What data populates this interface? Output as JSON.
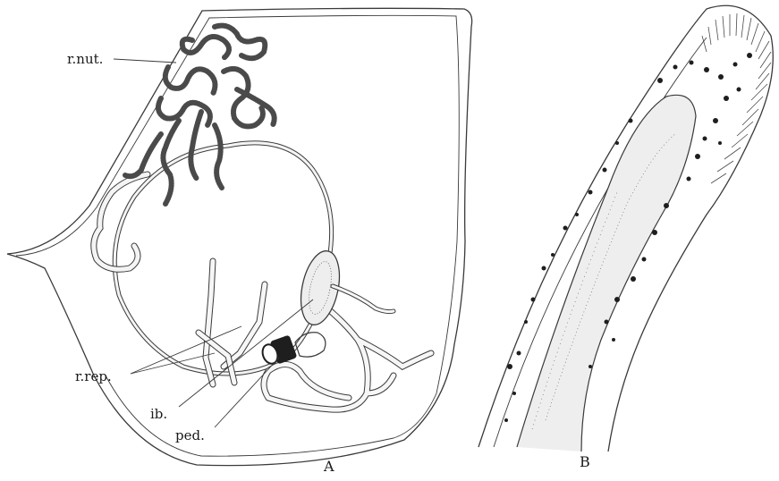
{
  "figure": {
    "panel_a": {
      "caption": "A",
      "labels": {
        "r_nut": "r.nut.",
        "r_rep": "r.rep.",
        "ib": "ib.",
        "ped": "ped."
      }
    },
    "panel_b": {
      "caption": "B"
    }
  },
  "colors": {
    "ink": "#3a3a3a",
    "stipple": "#5a5a5a",
    "fill": "#eeeeee"
  }
}
